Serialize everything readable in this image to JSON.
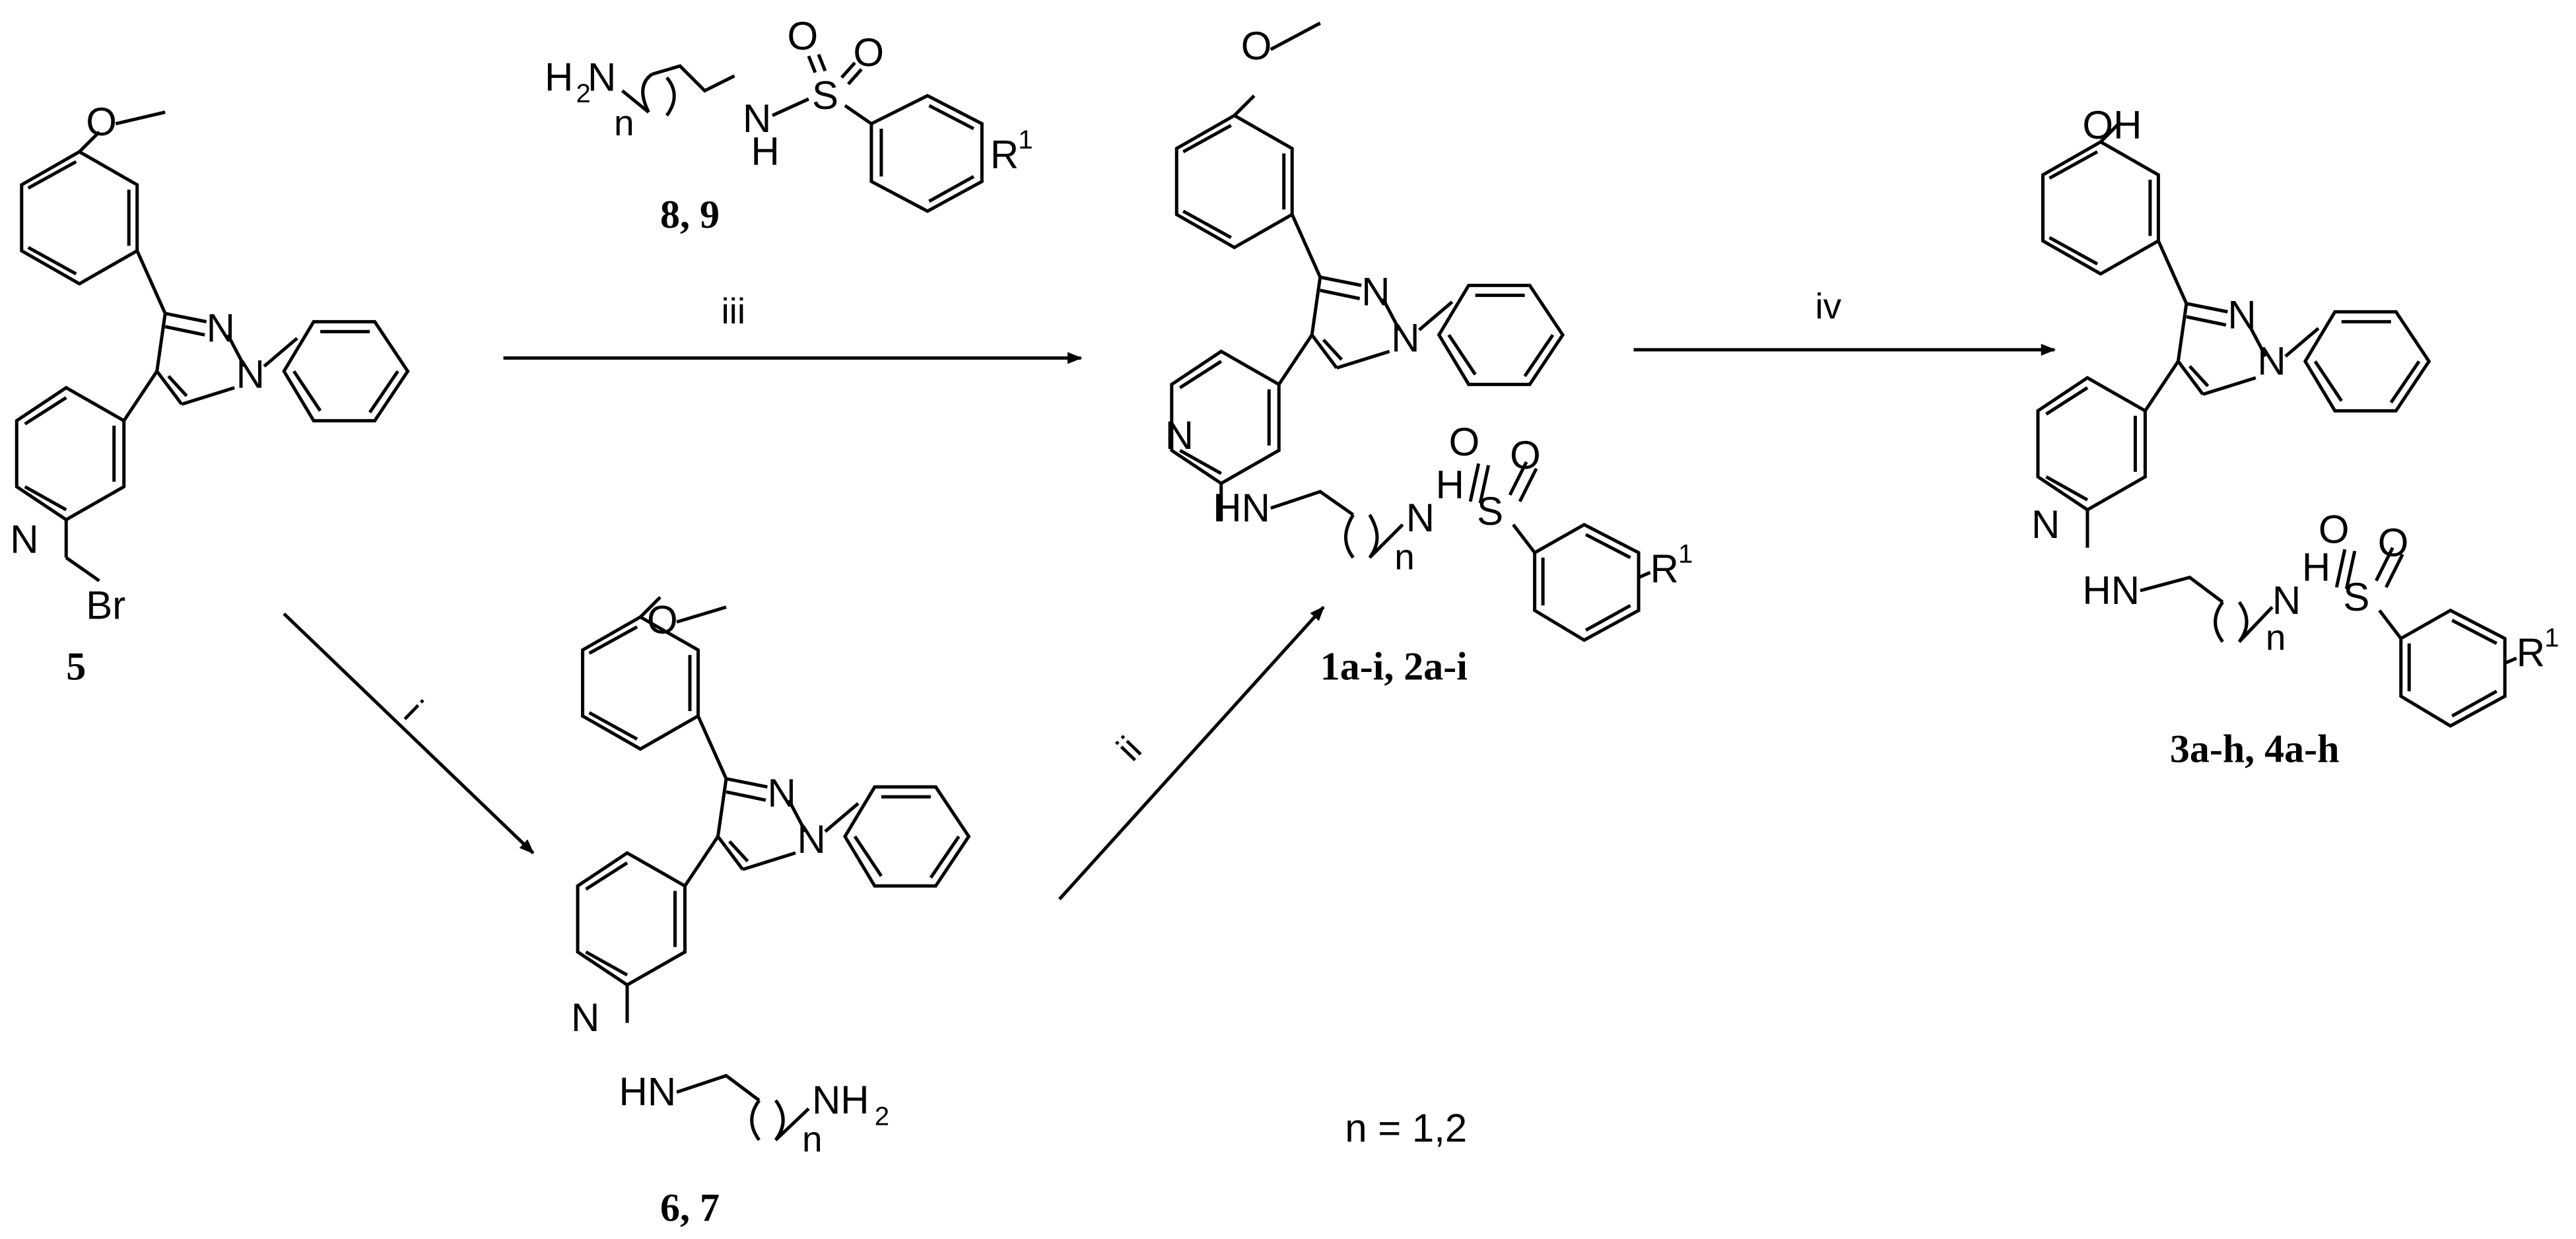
{
  "compounds": {
    "start": {
      "label": "5",
      "substituents": {
        "methoxy": "O",
        "bromo": "Br"
      }
    },
    "amine_intermediate": {
      "label": "6, 7",
      "substituents": {
        "methoxy": "O",
        "amine_nh": "HN",
        "terminal_amine": "NH",
        "subscript_2": "2"
      }
    },
    "sulfonamide_reagent": {
      "label": "8, 9",
      "substituents": {
        "amine": "H",
        "amine_n": "N",
        "subscript_2": "2"
      }
    },
    "methoxy_product": {
      "label": "1a-i, 2a-i",
      "substituents": {
        "methoxy": "O"
      }
    },
    "hydroxy_product": {
      "label": "3a-h, 4a-h",
      "substituents": {
        "hydroxy": "OH"
      }
    }
  },
  "atoms": {
    "nitrogen": "N",
    "hydrogen": "H",
    "sulfur": "S",
    "oxygen": "O",
    "n_repeat": "n",
    "r_group": "R",
    "superscript_1": "1",
    "amine_hn": "HN"
  },
  "steps": {
    "i": "i",
    "ii": "ii",
    "iii": "iii",
    "iv": "iv"
  },
  "condition_note": "n = 1,2"
}
